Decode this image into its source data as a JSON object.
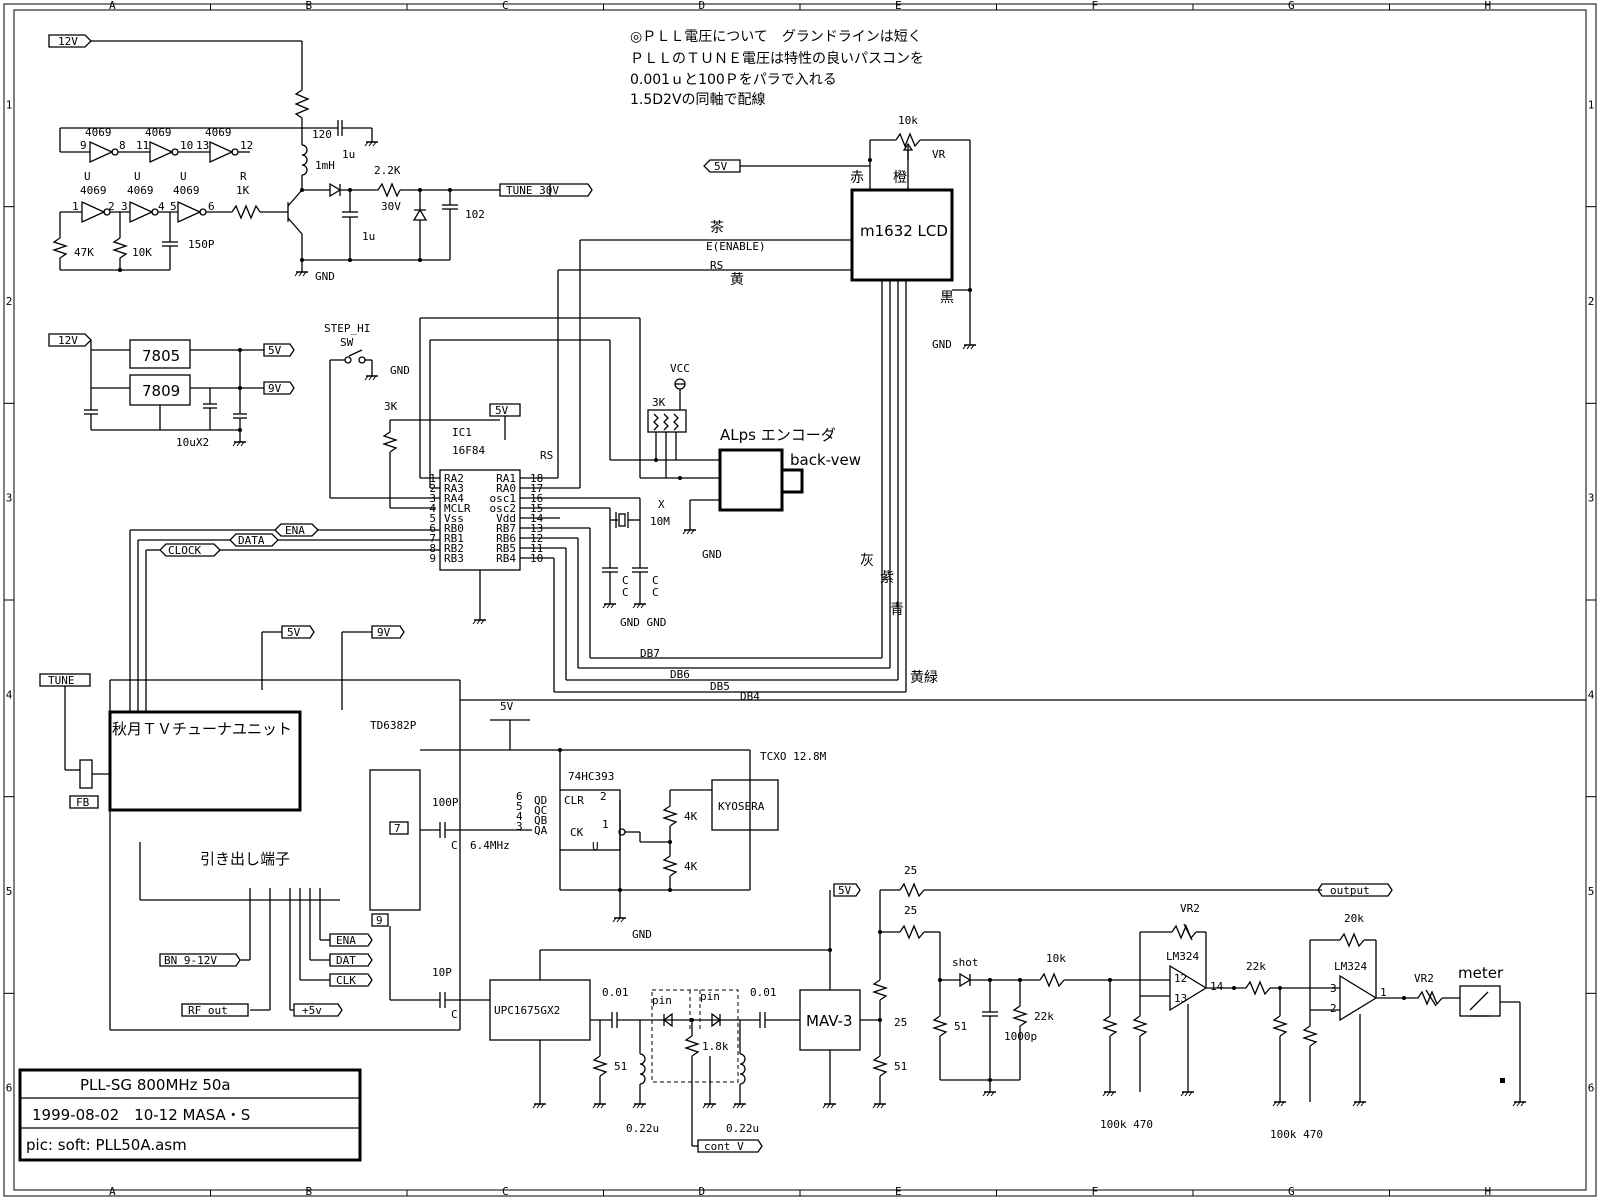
{
  "notes": [
    "◎ＰＬＬ電圧について　グランドラインは短く",
    "ＰＬＬのＴＵＮＥ電圧は特性の良いパスコンを",
    "0.001ｕと100Ｐをパラで入れる",
    "1.5D2Vの同軸で配線"
  ],
  "title_block": {
    "title": "PLL-SG 800MHz 50a",
    "date": "1999-08-02　10-12 MASA・S",
    "soft": "pic: soft: PLL50A.asm"
  },
  "border": {
    "cols": [
      "A",
      "B",
      "C",
      "D",
      "E",
      "F",
      "G",
      "H"
    ],
    "rows": [
      "1",
      "2",
      "3",
      "4",
      "5",
      "6"
    ]
  },
  "ports": {
    "v12_top": "12V",
    "v12_reg": "12V",
    "v5_reg": "5V",
    "v9_reg": "9V",
    "v5_lcd": "5V",
    "tune_30v": "TUNE 30V",
    "v5_pic": "5V",
    "ena": "ENA",
    "data": "DATA",
    "clock": "CLOCK",
    "v5_tuner": "5V",
    "v9_tuner": "9V",
    "tune": "TUNE",
    "fb": "FB",
    "ena2": "ENA",
    "dat": "DAT",
    "clk": "CLK",
    "bn": "BN 9-12V",
    "rfout": "RF out",
    "p5v": "+5v",
    "v5_mav": "5V",
    "output": "output",
    "contv": "cont V",
    "v5_bus": "5V"
  },
  "components": {
    "inv1": "4069",
    "inv2": "4069",
    "inv3": "4069",
    "inv4": "4069",
    "inv5": "4069",
    "inv6": "4069",
    "u1": "U",
    "u2": "U",
    "u3": "U",
    "p9": "9",
    "p8": "8",
    "p11": "11",
    "p10": "10",
    "p13": "13",
    "p12": "12",
    "p1": "1",
    "p2": "2",
    "p3": "3",
    "p4": "4",
    "p5": "5",
    "p6": "6",
    "r_lbl": "R",
    "r1k": "1K",
    "r47k": "47K",
    "r10k": "10K",
    "c150p": "150P",
    "c120": "120",
    "c1u_a": "1u",
    "l1mh": "1mH",
    "r2k2": "2.2K",
    "d30v": "30V",
    "c1u_b": "1u",
    "c102": "102",
    "gnd1": "GND",
    "vr10k": "10k",
    "vr": "VR",
    "lcd": "m1632 LCD",
    "red": "赤",
    "orange": "橙",
    "brown": "茶",
    "yellow": "黄",
    "black": "黒",
    "gray": "灰",
    "purple": "紫",
    "blue": "青",
    "ygreen": "黄緑",
    "enable": "E(ENABLE)",
    "rs": "RS",
    "gnd_lcd": "GND",
    "reg7805": "7805",
    "reg7809": "7809",
    "c10ux2": "10uX2",
    "step": "STEP_HI",
    "sw": "SW",
    "gnd_sw": "GND",
    "r3k": "3K",
    "ic1": "IC1",
    "pic": "16F84",
    "rs2": "RS",
    "vcc": "VCC",
    "r3k2": "3K",
    "encoder": "ALps エンコーダ",
    "backview": "back-vew",
    "x": "X",
    "x10m": "10M",
    "gnd_enc": "GND",
    "cc1": "C",
    "cc1b": "C",
    "cc2": "C",
    "cc2b": "C",
    "gndgnd": "GND GND",
    "db7": "DB7",
    "db6": "DB6",
    "db5": "DB5",
    "db4": "DB4",
    "tuner": "秋月ＴＶチューナユニット",
    "td6382p": "TD6382P",
    "hikidashi": "引き出し端子",
    "p7": "7",
    "p9b": "9",
    "c100p": "100P",
    "c_a": "C",
    "f64": "6.4MHz",
    "hc393": "74HC393",
    "tcxo": "TCXO 12.8M",
    "kyosera": "KYOSERA",
    "r4k_a": "4K",
    "r4k_b": "4K",
    "gnd_tcxo": "GND",
    "qd": "QD",
    "qc": "QC",
    "qb": "QB",
    "qa": "QA",
    "clr": "CLR",
    "ck": "CK",
    "u4": "U",
    "n6": "6",
    "n5": "5",
    "n4": "4",
    "n3": "3",
    "n2": "2",
    "n1": "1",
    "c10p": "10P",
    "c_b": "C",
    "upc": "UPC1675GX2",
    "c001a": "0.01",
    "c001b": "0.01",
    "r51a": "51",
    "l022a": "0.22u",
    "l022b": "0.22u",
    "pin1": "pin",
    "pin2": "pin",
    "r1k8": "1.8k",
    "mav": "MAV-3",
    "r25a": "25",
    "r25b": "25",
    "r25c": "25",
    "r51b": "51",
    "shot": "shot",
    "r51c": "51",
    "c1000p": "1000p",
    "r22k_a": "22k",
    "r10k_b": "10k",
    "vr2a": "VR2",
    "lm324a": "LM324",
    "r100k470a": "100k 470",
    "o12": "12",
    "o13": "13",
    "o14": "14",
    "r22k_b": "22k",
    "r20k": "20k",
    "lm324b": "LM324",
    "r100k470b": "100k 470",
    "o3": "3",
    "o2": "2",
    "o1": "1",
    "vr2b": "VR2",
    "meter": "meter"
  },
  "pic_pins": {
    "left": [
      {
        "num": "1",
        "name": "RA2"
      },
      {
        "num": "2",
        "name": "RA3"
      },
      {
        "num": "3",
        "name": "RA4"
      },
      {
        "num": "4",
        "name": "MCLR"
      },
      {
        "num": "5",
        "name": "Vss"
      },
      {
        "num": "6",
        "name": "RB0"
      },
      {
        "num": "7",
        "name": "RB1"
      },
      {
        "num": "8",
        "name": "RB2"
      },
      {
        "num": "9",
        "name": "RB3"
      }
    ],
    "right": [
      {
        "num": "18",
        "name": "RA1"
      },
      {
        "num": "17",
        "name": "RA0"
      },
      {
        "num": "16",
        "name": "osc1"
      },
      {
        "num": "15",
        "name": "osc2"
      },
      {
        "num": "14",
        "name": "Vdd"
      },
      {
        "num": "13",
        "name": "RB7"
      },
      {
        "num": "12",
        "name": "RB6"
      },
      {
        "num": "11",
        "name": "RB5"
      },
      {
        "num": "10",
        "name": "RB4"
      }
    ]
  }
}
